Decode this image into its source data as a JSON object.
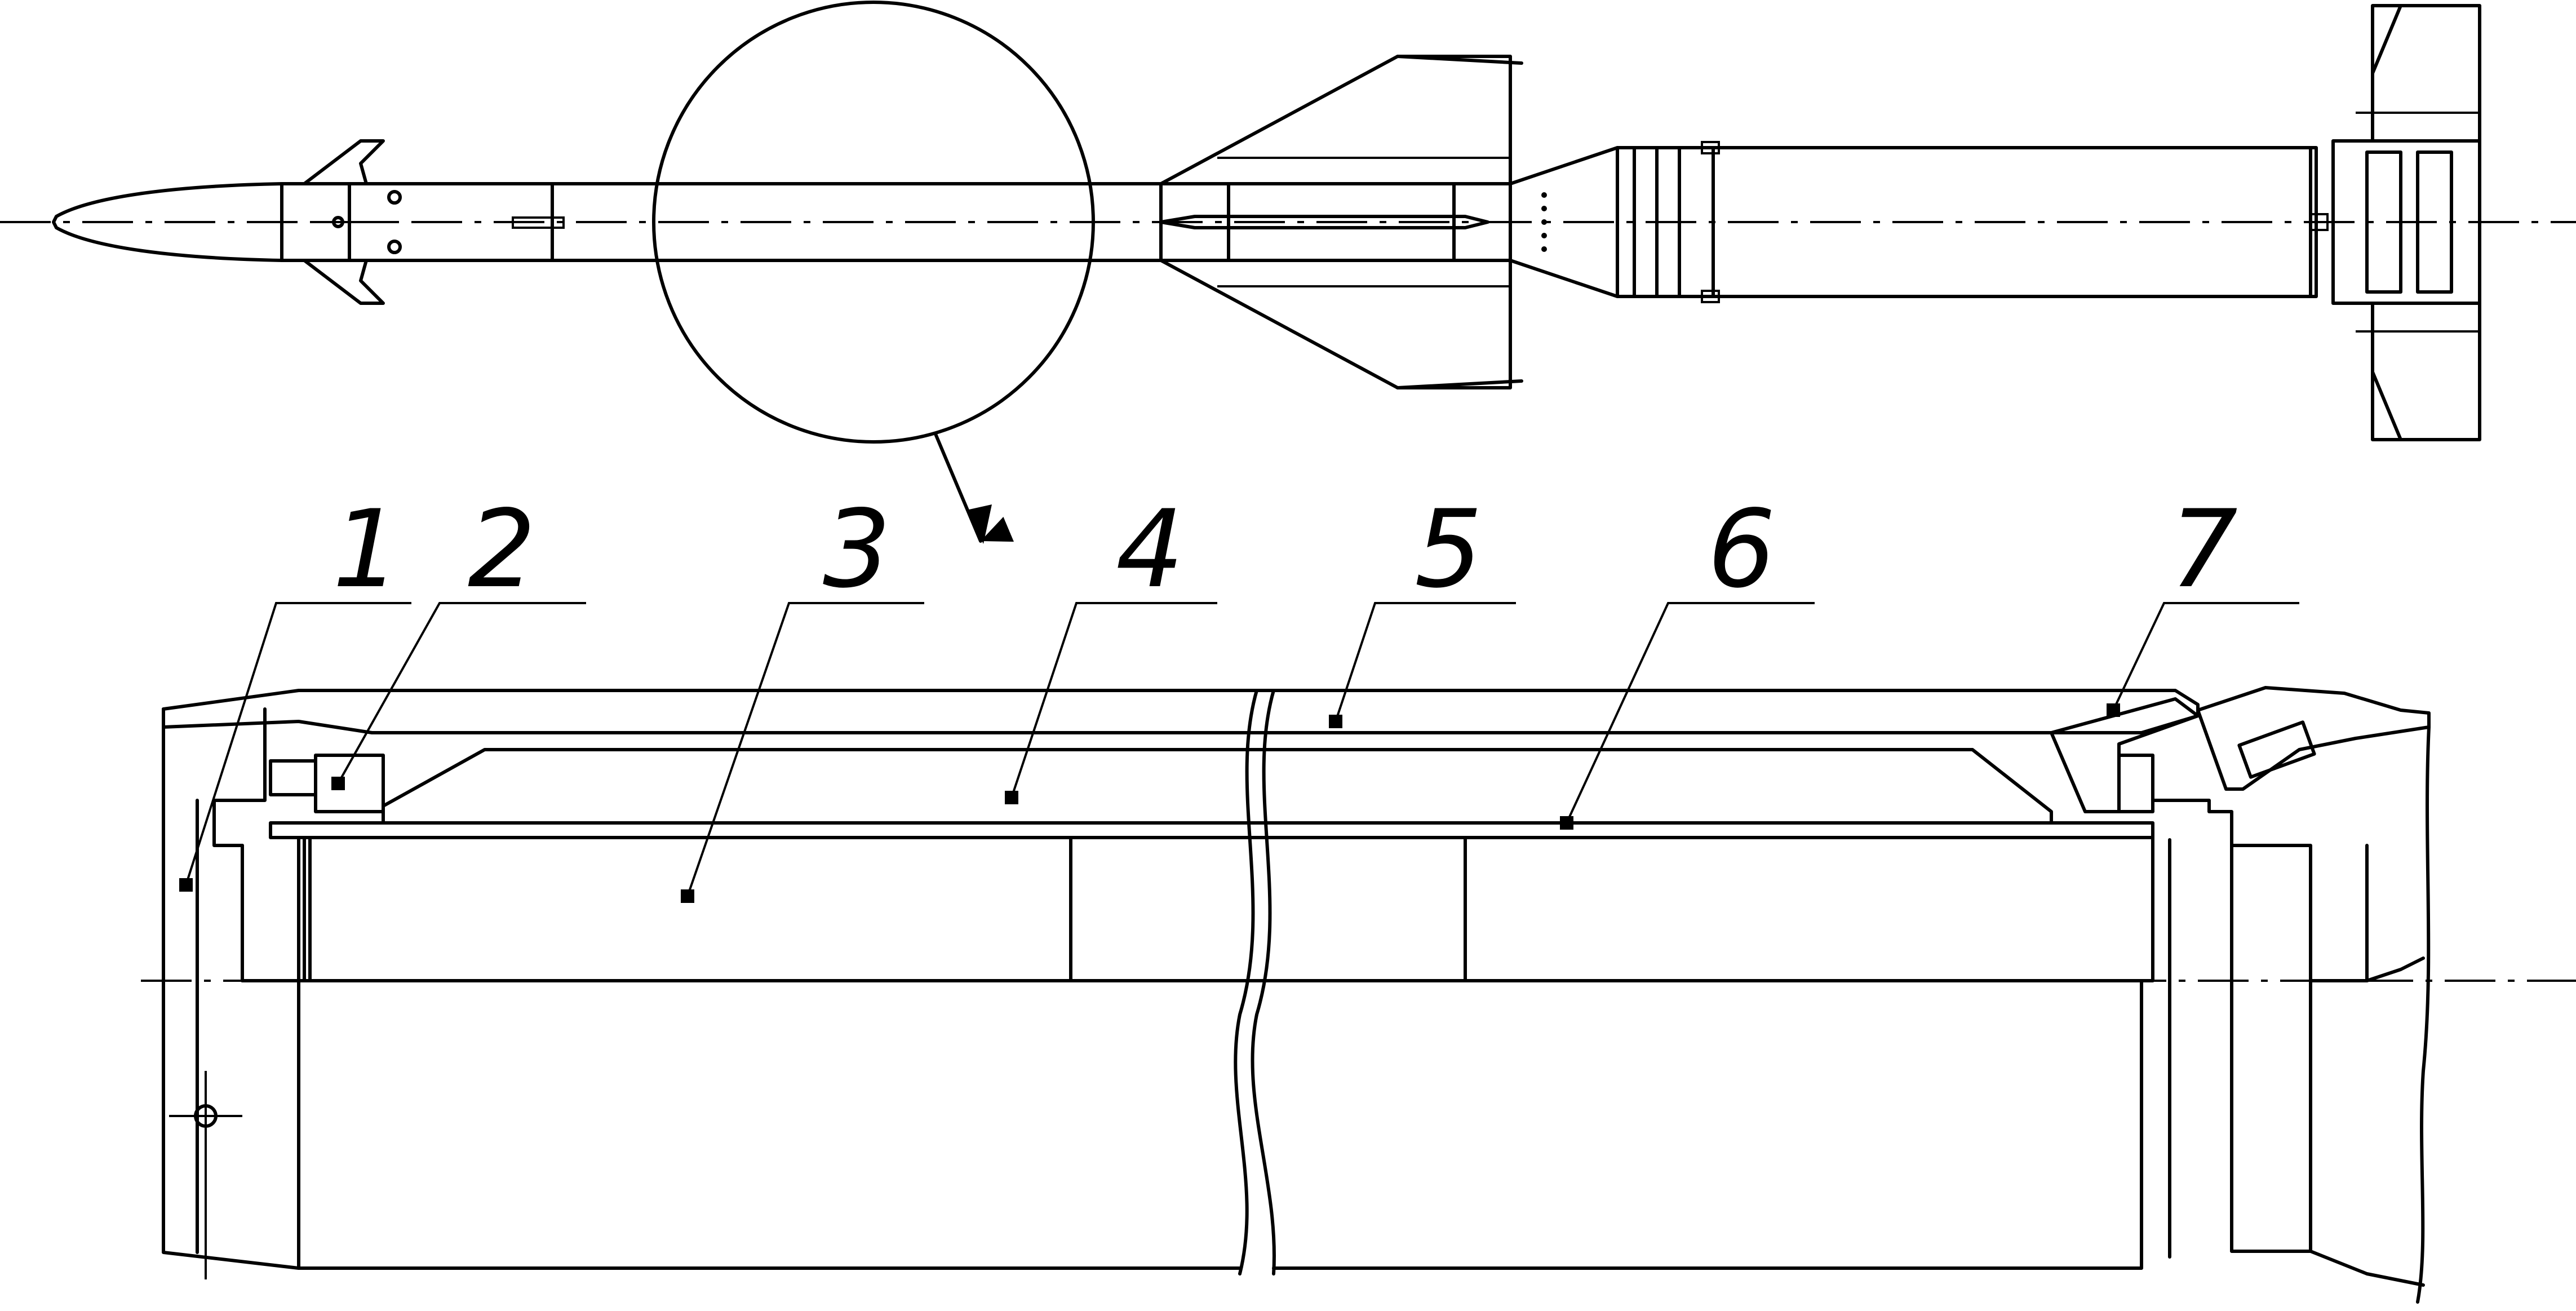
{
  "callouts": [
    {
      "id": "1",
      "label": "1"
    },
    {
      "id": "2",
      "label": "2"
    },
    {
      "id": "3",
      "label": "3"
    },
    {
      "id": "4",
      "label": "4"
    },
    {
      "id": "5",
      "label": "5"
    },
    {
      "id": "6",
      "label": "6"
    },
    {
      "id": "7",
      "label": "7"
    }
  ],
  "icons": {
    "detail_circle": "detail-circle-icon",
    "detail_arrow": "arrow-down-icon"
  }
}
